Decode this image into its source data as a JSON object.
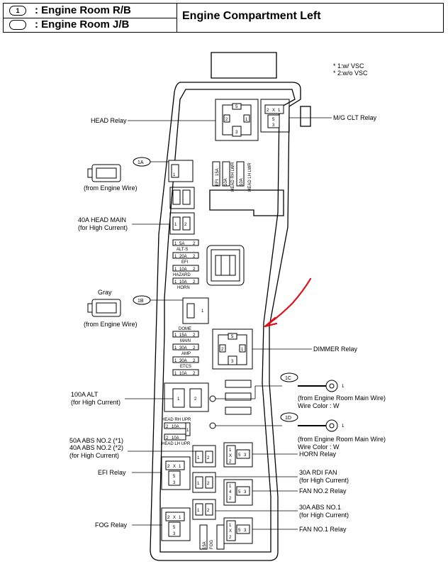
{
  "header": {
    "row1_symbol": "1",
    "row1_text": ": Engine Room R/B",
    "row2_text": ": Engine Room J/B",
    "title": "Engine Compartment Left"
  },
  "notes": {
    "note1": "* 1:w/ VSC",
    "note2": "* 2:w/o VSC"
  },
  "labels": {
    "head_relay": "HEAD Relay",
    "mg_clt_relay": "M/G CLT Relay",
    "conn_1a": "1A",
    "conn_1a_sub": "(from Engine Wire)",
    "head_main": "40A HEAD MAIN",
    "head_main_sub": "(for High Current)",
    "gray": "Gray",
    "conn_1b": "1B",
    "conn_1b_sub": "(from Engine Wire)",
    "dimmer_relay": "DIMMER Relay",
    "alt": "100A ALT",
    "alt_sub": "(for High Current)",
    "conn_1c": "1C",
    "conn_1c_sub": "(from Engine Room Main Wire)",
    "conn_1c_color": "Wire Color : W",
    "conn_1d": "1D",
    "conn_1d_sub": "(from Engine Room Main Wire)",
    "conn_1d_color": "Wire Color : W",
    "abs2_a": "50A ABS NO.2 (*1)",
    "abs2_b": "40A ABS NO.2 (*2)",
    "abs2_sub": "(for High Current)",
    "horn_relay": "HORN Relay",
    "efi_relay": "EFI Relay",
    "rdi_fan": "30A RDI FAN",
    "rdi_fan_sub": "(for High Current)",
    "fan2_relay": "FAN NO.2 Relay",
    "abs1": "30A ABS NO.1",
    "abs1_sub": "(for High Current)",
    "fog_relay": "FOG Relay",
    "fan1_relay": "FAN NO.1 Relay"
  },
  "fuses": {
    "alts_amp": "5A",
    "alts": "ALT-S",
    "efi_amp": "20A",
    "efi": "EFI",
    "hazard_amp": "10A",
    "hazard": "HAZARD",
    "horn_amp": "10A",
    "horn": "HORN",
    "dome_amp": "15A",
    "dome": "DOME",
    "main_amp": "30A",
    "main": "MAIN",
    "amp_amp": "30A",
    "amp": "AMP",
    "etcs_amp": "10A",
    "etcs": "ETCS",
    "head_rh_upr": "HEAD RH UPR",
    "head_lh_upr": "HEAD LH UPR",
    "head_rh_lwr": "HEAD RH LWR",
    "head_lh_lwr": "HEAD LH LWR",
    "head_lwr_amp": "10A",
    "head_upr_amp": "10A",
    "efi_top": "EFI",
    "efi_top_amp": "15A",
    "fog": "FOG",
    "fog_amp": "15A"
  },
  "pins": {
    "one": "1",
    "two": "2",
    "three": "3",
    "four": "4",
    "five": "5",
    "x": "X"
  }
}
